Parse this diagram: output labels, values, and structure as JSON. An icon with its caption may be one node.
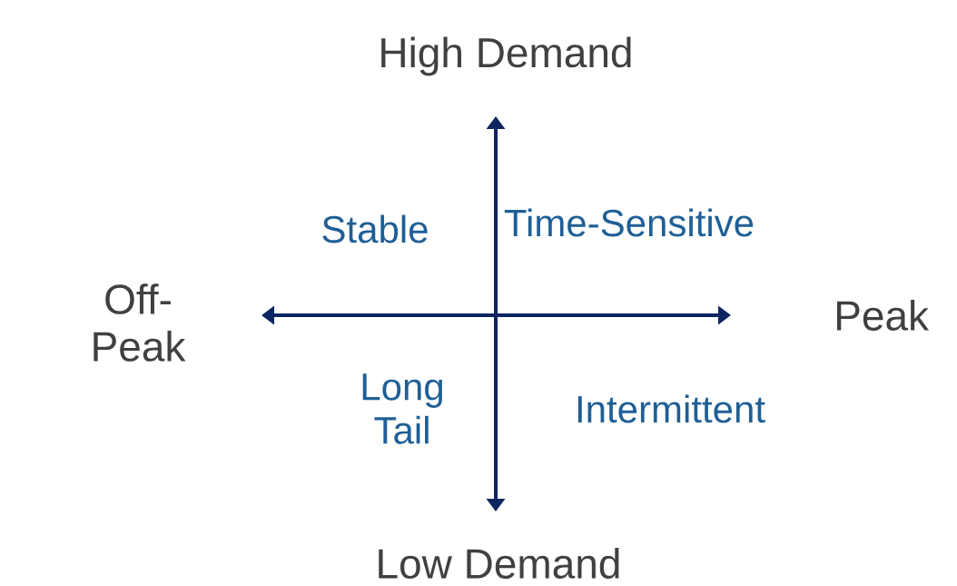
{
  "diagram": {
    "labels": [
      "High Demand",
      "Stable",
      "Time-Sensitive",
      "Off-Peak",
      "Peak",
      "Long Tail",
      "Intermittent",
      "Low Demand"
    ]
  }
}
